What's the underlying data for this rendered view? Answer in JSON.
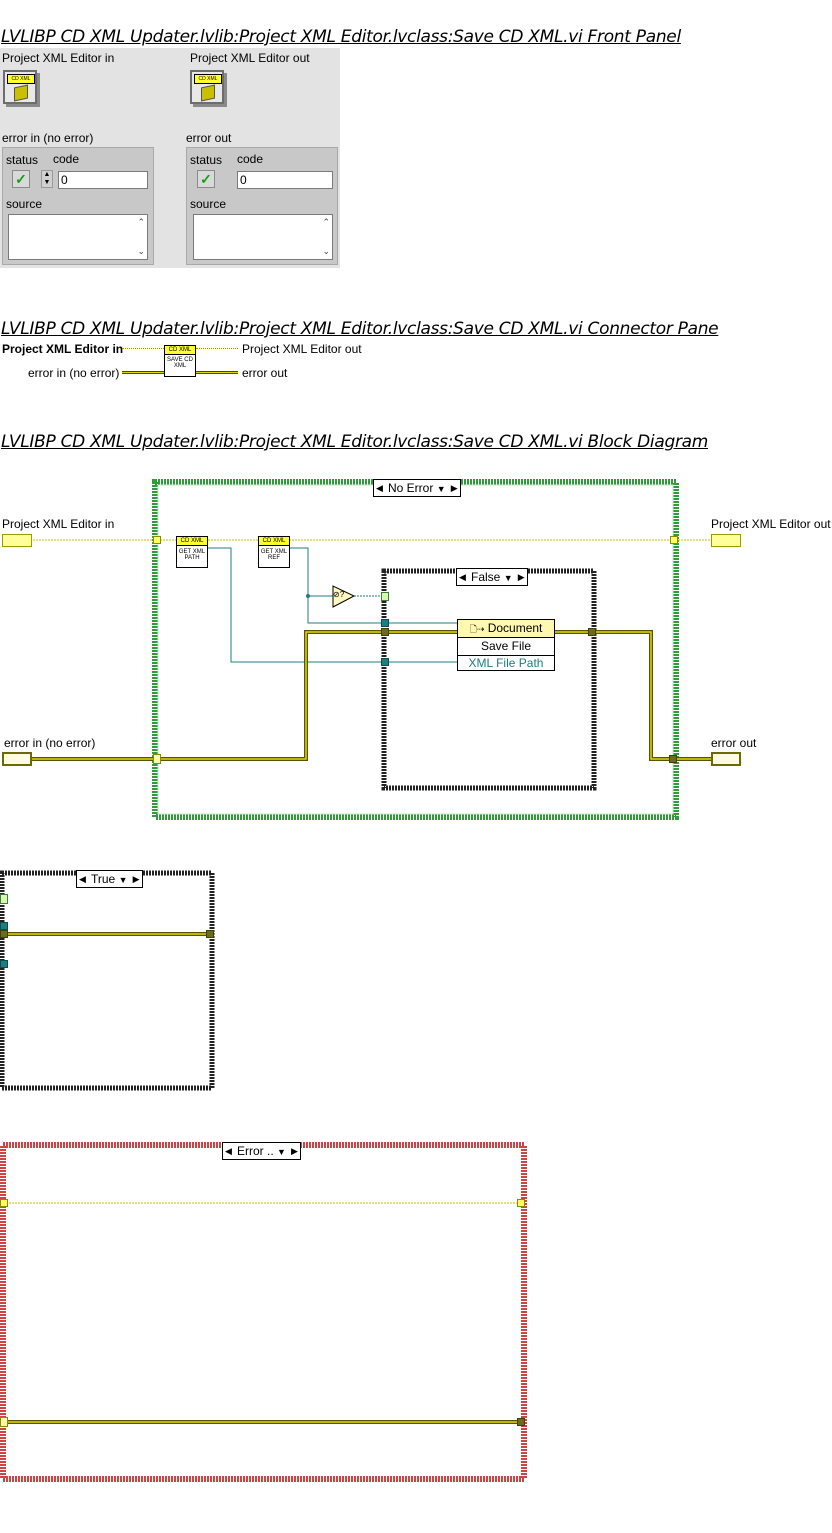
{
  "front_panel": {
    "title": "LVLIBP CD XML Updater.lvlib:Project XML Editor.lvclass:Save CD XML.vi Front Panel",
    "editor_in_label": "Project XML Editor in",
    "editor_out_label": "Project XML Editor out",
    "icon_text": "CD XML",
    "error_in": {
      "label": "error in (no error)",
      "status_label": "status",
      "code_label": "code",
      "code_value": "0",
      "source_label": "source"
    },
    "error_out": {
      "label": "error out",
      "status_label": "status",
      "code_label": "code",
      "code_value": "0",
      "source_label": "source"
    }
  },
  "connector_pane": {
    "title": "LVLIBP CD XML Updater.lvlib:Project XML Editor.lvclass:Save CD XML.vi Connector Pane",
    "left_top": "Project XML Editor in",
    "left_bottom": "error in (no error)",
    "right_top": "Project XML Editor out",
    "right_bottom": "error out",
    "icon_header": "CD XML",
    "icon_body": "SAVE CD XML"
  },
  "block_diagram": {
    "title": "LVLIBP CD XML Updater.lvlib:Project XML Editor.lvclass:Save CD XML.vi Block Diagram",
    "editor_in_label": "Project XML Editor in",
    "editor_out_label": "Project XML Editor out",
    "error_in_label": "error in (no error)",
    "error_out_label": "error out",
    "outer_case_label": "No Error",
    "inner_case_label": "False",
    "subvi_1": {
      "header": "CD XML",
      "body": "GET XML PATH"
    },
    "subvi_2": {
      "header": "CD XML",
      "body": "GET XML REF"
    },
    "not_a_ref_glyph": "⊘?",
    "invoke_node": {
      "class": "Document",
      "method": "Save File",
      "param": "XML File Path"
    },
    "true_case_label": "True",
    "error_case_label": "Error .."
  },
  "colors": {
    "class_wire": "#d8d800",
    "error_wire": "#5a5200",
    "ref_wire": "#1f7c80",
    "no_error_border": "#2f9b3a",
    "error_border": "#cc4444",
    "inner_border": "#000000"
  }
}
